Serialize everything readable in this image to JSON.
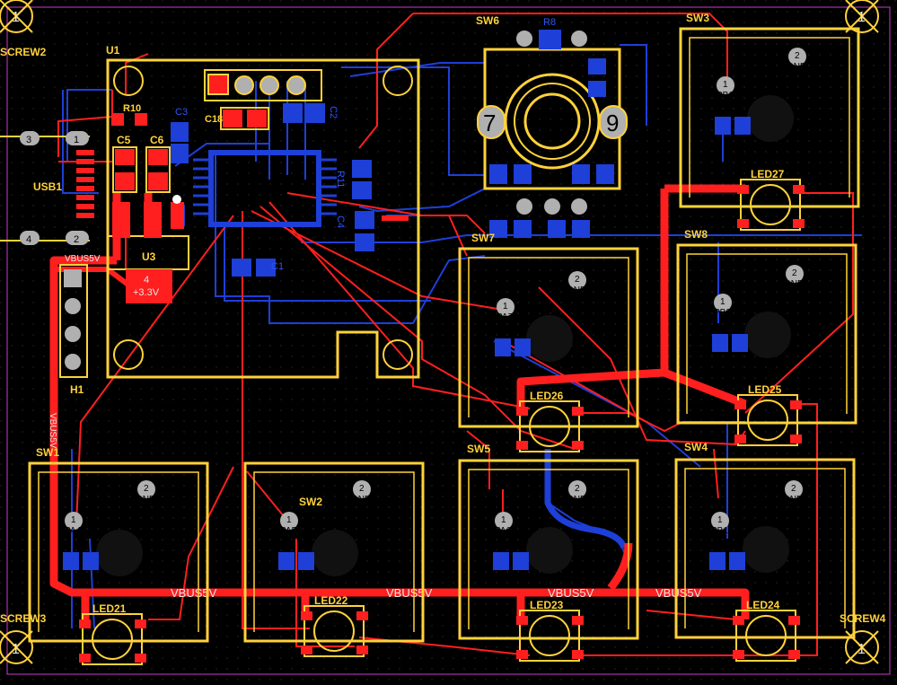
{
  "refdes": {
    "SW1": "SW1",
    "SW2": "SW2",
    "SW3": "SW3",
    "SW4": "SW4",
    "SW5": "SW5",
    "SW6": "SW6",
    "SW7": "SW7",
    "SW8": "SW8",
    "U1": "U1",
    "U3": "U3",
    "USB1": "USB1",
    "H1": "H1",
    "C5": "C5",
    "C6": "C6",
    "C18": "C18",
    "R10": "R10",
    "C3": "C3",
    "R8": "R8",
    "LED21": "LED21",
    "LED22": "LED22",
    "LED23": "LED23",
    "LED24": "LED24",
    "LED25": "LED25",
    "LED26": "LED26",
    "LED27": "LED27",
    "SCREW2": "SCREW2",
    "SCREW3": "SCREW3",
    "SCREW4": "SCREW4"
  },
  "pins": {
    "pin1": "1",
    "pin2": "2",
    "pin3": "3",
    "pin4": "4",
    "gnd": "GND",
    "PA4": "PA4",
    "PA5": "PA5",
    "PA6": "PA6",
    "PA7": "PA7",
    "PB1": "PB1",
    "PB2": "PB2",
    "PB10": "PB10"
  },
  "nets": {
    "vbus": "VBUS5V",
    "v33": "+3.3V",
    "u3pin": "4"
  },
  "encoder": {
    "left": "7",
    "right": "9"
  },
  "colors": {
    "top_copper": "#ff1f1f",
    "bottom_copper": "#1e3fd8",
    "silkscreen": "#ffd23a",
    "pad": "#ff1f1f",
    "bottom_pad": "#1e3fd8",
    "board_edge": "#c83cc8"
  }
}
